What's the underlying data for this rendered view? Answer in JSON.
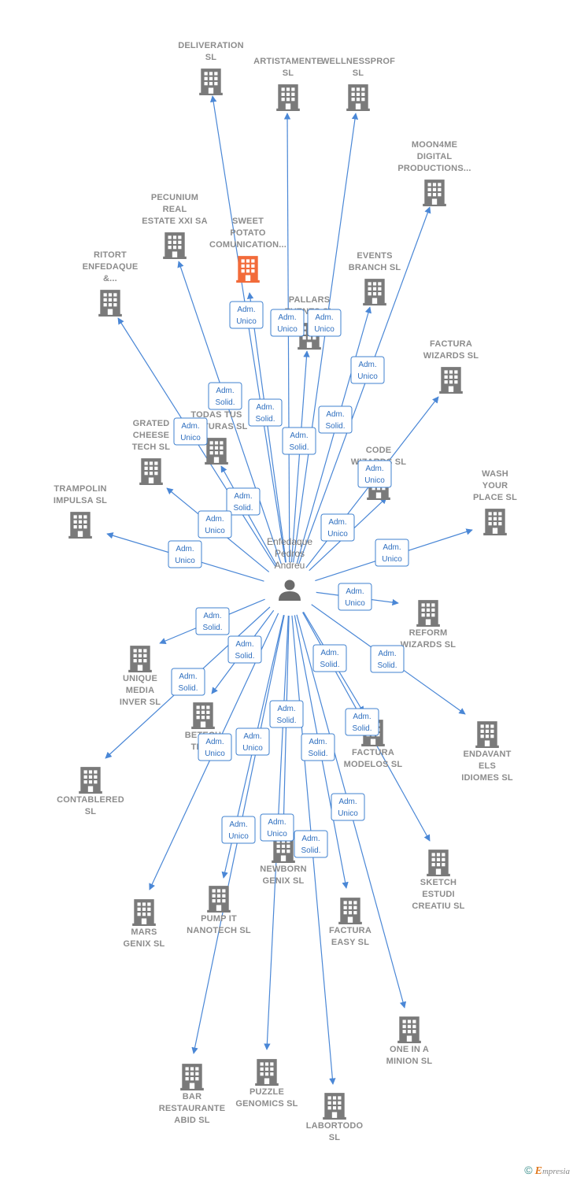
{
  "colors": {
    "edge": "#4a87d6",
    "building": "#7a7a7a",
    "highlight": "#f26b3a",
    "badge_text": "#2f6fbf"
  },
  "person": {
    "lines": [
      "Enfedaque",
      "Pedros",
      "Andreu"
    ],
    "icon": "person-icon"
  },
  "companies": [
    {
      "id": "deliveration",
      "lines": [
        "DELIVERATION",
        "SL"
      ],
      "highlight": false
    },
    {
      "id": "artistamente",
      "lines": [
        "ARTISTAMENTE",
        "SL"
      ],
      "highlight": false
    },
    {
      "id": "wellnessprof",
      "lines": [
        "WELLNESSPROF",
        "SL"
      ],
      "highlight": false
    },
    {
      "id": "moon4me",
      "lines": [
        "MOON4ME",
        "DIGITAL",
        "PRODUCTIONS..."
      ],
      "highlight": false
    },
    {
      "id": "pecunium",
      "lines": [
        "PECUNIUM",
        "REAL",
        "ESTATE XXI SA"
      ],
      "highlight": false
    },
    {
      "id": "sweet-potato",
      "lines": [
        "SWEET",
        "POTATO",
        "COMUNICATION..."
      ],
      "highlight": true
    },
    {
      "id": "ritort",
      "lines": [
        "RITORT",
        "ENFEDAQUE",
        "&..."
      ],
      "highlight": false
    },
    {
      "id": "events-branch",
      "lines": [
        "EVENTS",
        "BRANCH  SL"
      ],
      "highlight": false
    },
    {
      "id": "pallars",
      "lines": [
        "PALLARS",
        "EVENTS  SL"
      ],
      "highlight": false
    },
    {
      "id": "factura-wizards",
      "lines": [
        "FACTURA",
        "WIZARDS  SL"
      ],
      "highlight": false
    },
    {
      "id": "todas-tus",
      "lines": [
        "TODAS TUS",
        "FACTURAS  SL"
      ],
      "highlight": false
    },
    {
      "id": "grated-cheese",
      "lines": [
        "GRATED",
        "CHEESE",
        "TECH  SL"
      ],
      "highlight": false
    },
    {
      "id": "code-wizards",
      "lines": [
        "CODE",
        "WIZARDS  SL"
      ],
      "highlight": false
    },
    {
      "id": "wash-your-place",
      "lines": [
        "WASH",
        "YOUR",
        "PLACE  SL"
      ],
      "highlight": false
    },
    {
      "id": "trampolin",
      "lines": [
        "TRAMPOLIN",
        "IMPULSA  SL"
      ],
      "highlight": false
    },
    {
      "id": "reform-wizards",
      "lines": [
        "REFORM",
        "WIZARDS  SL"
      ],
      "highlight": false
    },
    {
      "id": "unique-media",
      "lines": [
        "UNIQUE",
        "MEDIA",
        "INVER  SL"
      ],
      "highlight": false
    },
    {
      "id": "betech",
      "lines": [
        "BETECH",
        "TECH"
      ],
      "highlight": false
    },
    {
      "id": "factura-modelos",
      "lines": [
        "FACTURA",
        "MODELOS  SL"
      ],
      "highlight": false
    },
    {
      "id": "endavant",
      "lines": [
        "ENDAVANT",
        "ELS",
        "IDIOMES  SL"
      ],
      "highlight": false
    },
    {
      "id": "contablered",
      "lines": [
        "CONTABLERED",
        "SL"
      ],
      "highlight": false
    },
    {
      "id": "newborn",
      "lines": [
        "NEWBORN",
        "GENIX  SL"
      ],
      "highlight": false
    },
    {
      "id": "sketch",
      "lines": [
        "SKETCH",
        "ESTUDI",
        "CREATIU  SL"
      ],
      "highlight": false
    },
    {
      "id": "mars-genix",
      "lines": [
        "MARS",
        "GENIX  SL"
      ],
      "highlight": false
    },
    {
      "id": "pump-it",
      "lines": [
        "PUMP IT",
        "NANOTECH  SL"
      ],
      "highlight": false
    },
    {
      "id": "factura-easy",
      "lines": [
        "FACTURA",
        "EASY  SL"
      ],
      "highlight": false
    },
    {
      "id": "one-in-a-minion",
      "lines": [
        "ONE IN A",
        "MINION  SL"
      ],
      "highlight": false
    },
    {
      "id": "bar-restaurante",
      "lines": [
        "BAR",
        "RESTAURANTE",
        "ABID  SL"
      ],
      "highlight": false
    },
    {
      "id": "puzzle-genomics",
      "lines": [
        "PUZZLE",
        "GENOMICS  SL"
      ],
      "highlight": false
    },
    {
      "id": "labortodo",
      "lines": [
        "LABORTODO",
        "SL"
      ],
      "highlight": false
    }
  ],
  "badges": [
    {
      "id": "b1",
      "lines": [
        "Adm.",
        "Unico"
      ]
    },
    {
      "id": "b2",
      "lines": [
        "Adm.",
        "Unico"
      ]
    },
    {
      "id": "b3",
      "lines": [
        "Adm.",
        "Unico"
      ]
    },
    {
      "id": "b4",
      "lines": [
        "Adm.",
        "Solid."
      ]
    },
    {
      "id": "b5",
      "lines": [
        "Adm.",
        "Solid."
      ]
    },
    {
      "id": "b6",
      "lines": [
        "Adm.",
        "Unico"
      ]
    },
    {
      "id": "b7",
      "lines": [
        "Adm.",
        "Unico"
      ]
    },
    {
      "id": "b8",
      "lines": [
        "Adm.",
        "Solid."
      ]
    },
    {
      "id": "b9",
      "lines": [
        "Adm.",
        "Solid."
      ]
    },
    {
      "id": "b10",
      "lines": [
        "Adm.",
        "Solid."
      ]
    },
    {
      "id": "b11",
      "lines": [
        "Adm.",
        "Unico"
      ]
    },
    {
      "id": "b12",
      "lines": [
        "Adm.",
        "Unico"
      ]
    },
    {
      "id": "b13",
      "lines": [
        "Adm.",
        "Unico"
      ]
    },
    {
      "id": "b14",
      "lines": [
        "Adm.",
        "Unico"
      ]
    },
    {
      "id": "b15",
      "lines": [
        "Adm.",
        "Unico"
      ]
    },
    {
      "id": "b16",
      "lines": [
        "Adm.",
        "Unico"
      ]
    },
    {
      "id": "b17",
      "lines": [
        "Adm.",
        "Solid."
      ]
    },
    {
      "id": "b18",
      "lines": [
        "Adm.",
        "Solid."
      ]
    },
    {
      "id": "b19",
      "lines": [
        "Adm.",
        "Solid."
      ]
    },
    {
      "id": "b20",
      "lines": [
        "Adm.",
        "Solid."
      ]
    },
    {
      "id": "b21",
      "lines": [
        "Adm.",
        "Solid."
      ]
    },
    {
      "id": "b22",
      "lines": [
        "Adm.",
        "Solid."
      ]
    },
    {
      "id": "b23",
      "lines": [
        "Adm.",
        "Solid."
      ]
    },
    {
      "id": "b24",
      "lines": [
        "Adm.",
        "Unico"
      ]
    },
    {
      "id": "b25",
      "lines": [
        "Adm.",
        "Unico"
      ]
    },
    {
      "id": "b26",
      "lines": [
        "Adm.",
        "Solid."
      ]
    },
    {
      "id": "b27",
      "lines": [
        "Adm.",
        "Unico"
      ]
    },
    {
      "id": "b28",
      "lines": [
        "Adm.",
        "Unico"
      ]
    },
    {
      "id": "b29",
      "lines": [
        "Adm.",
        "Unico"
      ]
    },
    {
      "id": "b30",
      "lines": [
        "Adm.",
        "Solid."
      ]
    }
  ],
  "footer": {
    "copyright": "©",
    "brand_initial": "E",
    "brand_rest": "mpresia"
  }
}
